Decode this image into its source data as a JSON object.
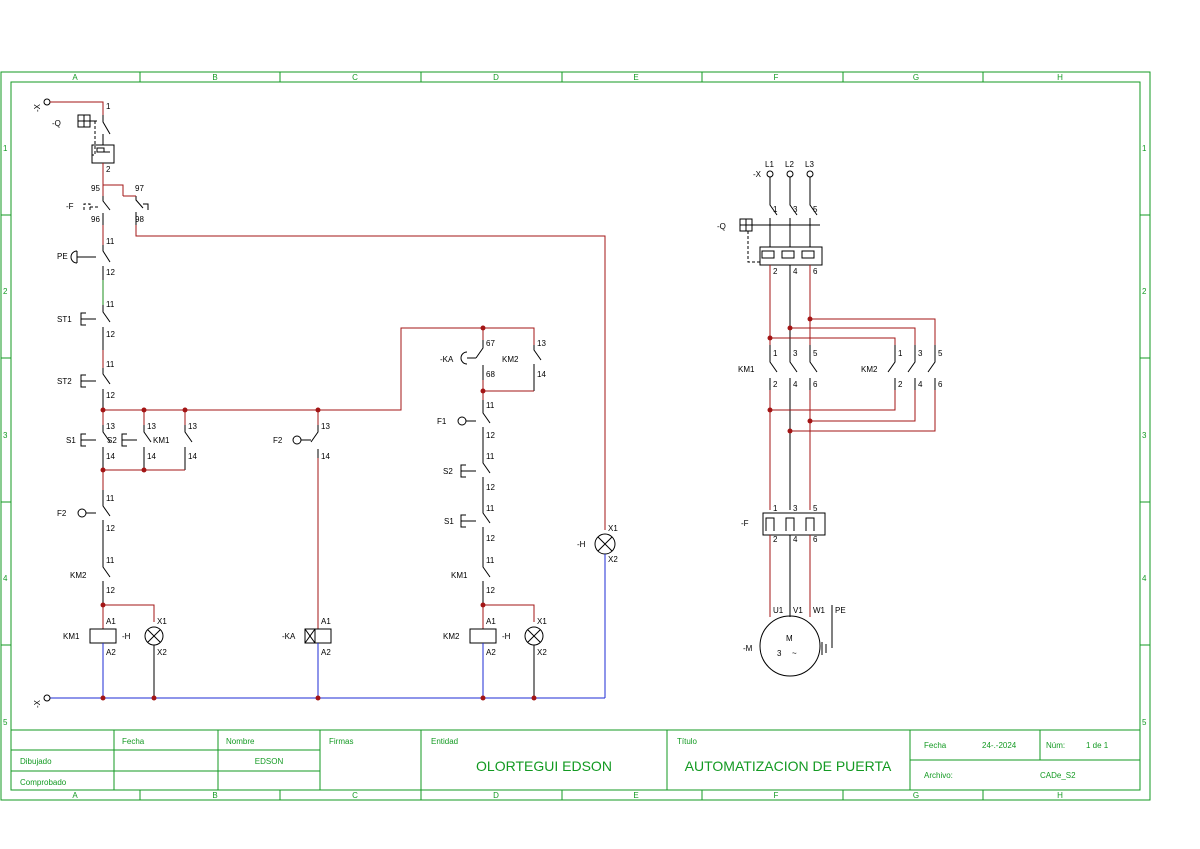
{
  "frame": {
    "columns": [
      "A",
      "B",
      "C",
      "D",
      "E",
      "F",
      "G",
      "H"
    ],
    "rows": [
      "1",
      "2",
      "3",
      "4",
      "5"
    ]
  },
  "colors": {
    "frame": "#139a22",
    "wire_phase": "#a31515",
    "wire_neutral": "#1d2bd6",
    "wire_ground": "#1d8f1d",
    "ink": "#000000"
  },
  "control": {
    "terminal_x": "-X",
    "breaker_q": "-Q",
    "relay_f": "-F",
    "relay_nos": [
      "95",
      "96",
      "97",
      "98"
    ],
    "pe": "PE",
    "st1": "ST1",
    "st2": "ST2",
    "s1": "S1",
    "s2": "S2",
    "km1": "KM1",
    "km2": "KM2",
    "f1": "F1",
    "f2": "F2",
    "ka": "-KA",
    "lamp_h": "-H",
    "pins": {
      "n1": "1",
      "n2": "2",
      "n11": "11",
      "n12": "12",
      "n13": "13",
      "n14": "14",
      "n67": "67",
      "n68": "68",
      "a1": "A1",
      "a2": "A2",
      "x1": "X1",
      "x2": "X2"
    }
  },
  "power": {
    "terminal_x": "-X",
    "phases": [
      "L1",
      "L2",
      "L3"
    ],
    "breaker_q": "-Q",
    "km1": "KM1",
    "km2": "KM2",
    "relay_f": "-F",
    "pins": [
      "1",
      "2",
      "3",
      "4",
      "5",
      "6"
    ],
    "motor": {
      "label": "-M",
      "m": "M",
      "phases": "3",
      "tilde": "~",
      "u1": "U1",
      "v1": "V1",
      "w1": "W1",
      "pe": "PE"
    }
  },
  "title_block": {
    "fecha_hdr": "Fecha",
    "nombre_hdr": "Nombre",
    "firmas_hdr": "Firmas",
    "entidad_hdr": "Entidad",
    "titulo_hdr": "Título",
    "dibujado": "Dibujado",
    "comprobado": "Comprobado",
    "nombre": "EDSON",
    "entidad": "OLORTEGUI EDSON",
    "titulo": "AUTOMATIZACION DE PUERTA",
    "fecha_lbl": "Fecha",
    "fecha_val": "24-.-2024",
    "num_lbl": "Núm:",
    "num_val": "1 de 1",
    "archivo_lbl": "Archivo:",
    "archivo_val": "CADe_S2"
  }
}
